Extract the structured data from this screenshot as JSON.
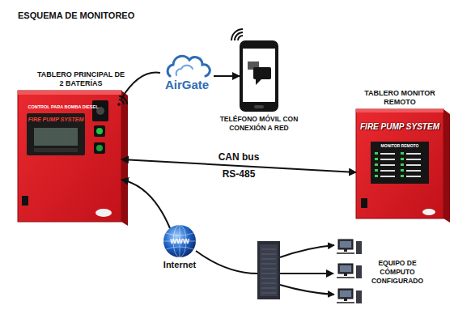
{
  "diagram": {
    "title": "ESQUEMA DE MONITOREO",
    "nodes": [
      {
        "text": [
          "TABLERO PRINCIPAL DE 2 BATERÍAS",
          "CONTROL PARA BOMBA DIESEL",
          "FIRE PUMP SYSTEM"
        ]
      },
      {
        "text": [
          "AirGate"
        ]
      },
      {
        "text": [
          "TELÉFONO MÓVIL CON CONEXIÓN A RED"
        ]
      },
      {
        "text": [
          "TABLERO MONITOR REMOTO",
          "FIRE PUMP SYSTEM",
          "MONITOR REMOTO"
        ]
      },
      {
        "text": [
          "www",
          "Internet"
        ]
      },
      {
        "text": [
          "EQUIPO DE CÓMPUTO CONFIGURADO"
        ]
      }
    ],
    "edges": [
      {
        "from": 0,
        "to": 1,
        "arrow": "none"
      },
      {
        "from": 1,
        "to": 2,
        "arrow": "to"
      },
      {
        "from": 0,
        "to": 3,
        "label": "CAN bus RS-485",
        "arrow": "both"
      },
      {
        "from": 4,
        "to": 0,
        "arrow": "to"
      },
      {
        "from": 4,
        "to": 5,
        "arrow": "to"
      }
    ]
  }
}
